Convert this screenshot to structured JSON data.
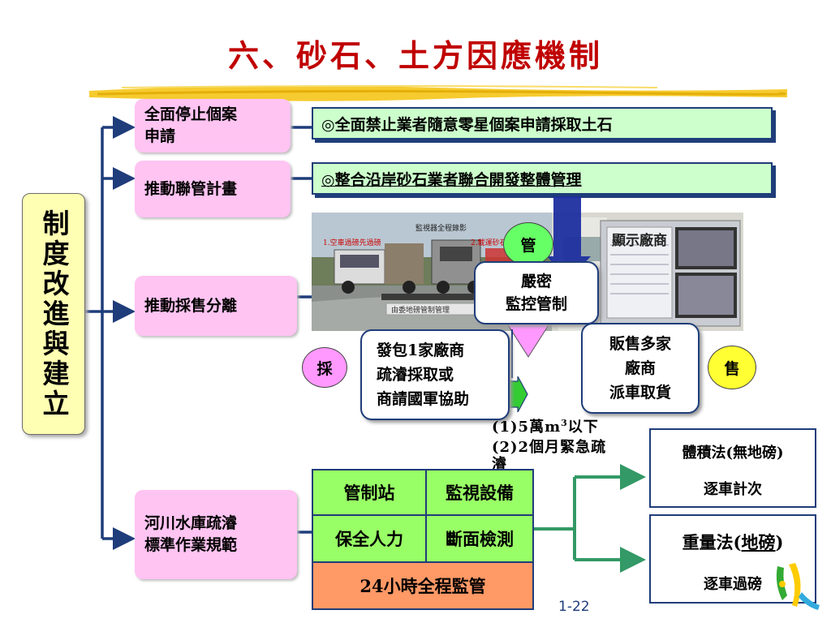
{
  "title": "六、砂石、土方因應機制",
  "left_label": "制度改進與建立",
  "items": [
    {
      "label_lines": [
        "全面停止個案",
        "申請"
      ]
    },
    {
      "label_lines": [
        "推動聯管計畫"
      ]
    },
    {
      "label_lines": [
        "推動採售分離"
      ]
    },
    {
      "label_lines": [
        "河川水庫疏濬",
        "標準作業規範"
      ]
    }
  ],
  "notes": [
    "◎全面禁止業者隨意零星個案申請採取土石",
    "◎整合沿岸砂石業者聯合開發整體管理"
  ],
  "photo_left_captions": [
    "監視器全程錄影",
    "1.空車過磅先過磅",
    "2.載運砂石出場",
    "由委地磅管制管理"
  ],
  "photo_right_caption": "顯示廠商",
  "guan_label": "管",
  "control_box_lines": [
    "嚴密",
    "監控管制"
  ],
  "cai_label": "採",
  "shou_label": "售",
  "contract_box_lines": [
    "發包1家廠商",
    "疏濬採取或",
    "商請國軍協助"
  ],
  "sell_box_lines": [
    "販售多家",
    "廠商",
    "派車取貨"
  ],
  "conditions": {
    "line1_prefix": "(1)5萬m",
    "line1_sup": "3",
    "line1_suffix": "以下",
    "line2": "(2)2個月緊急疏",
    "line3": "濬"
  },
  "grid": {
    "cells": [
      [
        "管制站",
        "監視設備"
      ],
      [
        "保全人力",
        "斷面檢測"
      ]
    ],
    "footer": "24小時全程監管"
  },
  "volume_method": {
    "title": "體積法(無地磅)",
    "sub": "逐車計次"
  },
  "weight_method": {
    "title_prefix": "重量法(",
    "title_underlined": "地磅",
    "title_suffix": ")",
    "sub": "逐車過磅"
  },
  "page_number": "1-22",
  "colors": {
    "title": "#c00000",
    "pink_box": "#ffc4f2",
    "green_bar": "#ccffcc",
    "table_green": "#99ff66",
    "table_orange": "#ff9966",
    "yellow_box": "#ffffb3",
    "connector_blue": "#1f3d7a",
    "arrow_green": "#339966",
    "arrow_pink": "#ff99ff"
  }
}
